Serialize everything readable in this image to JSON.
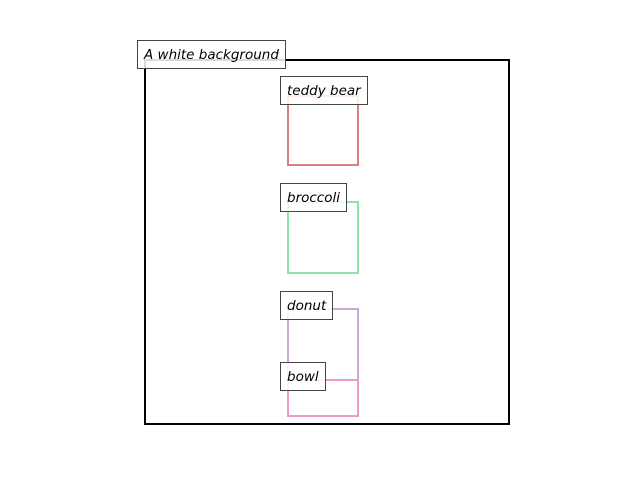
{
  "frame_label": "A white background",
  "objects": [
    {
      "label": "teddy bear",
      "color": "#d9807c"
    },
    {
      "label": "broccoli",
      "color": "#8ee3a6"
    },
    {
      "label": "donut",
      "color": "#c9a8d4"
    },
    {
      "label": "bowl",
      "color": "#ee9ac8"
    }
  ]
}
